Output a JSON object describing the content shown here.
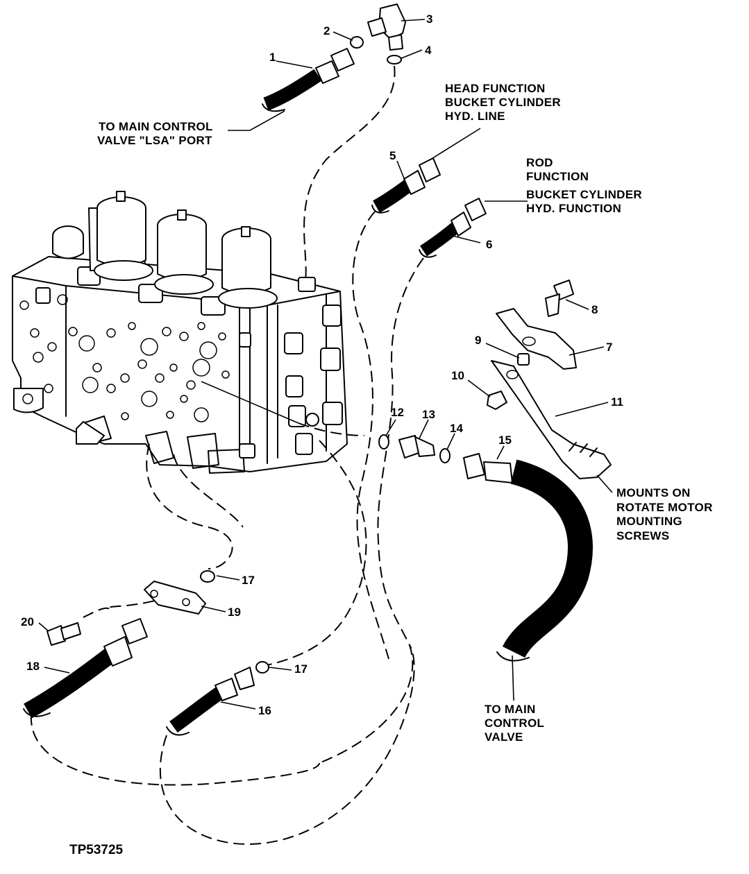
{
  "figure_id": "TP53725",
  "labels": {
    "lsa_port": [
      "TO MAIN CONTROL",
      "VALVE \"LSA\" PORT"
    ],
    "head_function": [
      "HEAD FUNCTION",
      "BUCKET CYLINDER",
      "HYD. LINE"
    ],
    "rod_function": [
      "ROD",
      "FUNCTION"
    ],
    "bucket_function": [
      "BUCKET CYLINDER",
      "HYD. FUNCTION"
    ],
    "mounts_on": [
      "MOUNTS ON",
      "ROTATE MOTOR",
      "MOUNTING",
      "SCREWS"
    ],
    "to_main_control": [
      "TO MAIN",
      "CONTROL",
      "VALVE"
    ]
  },
  "callouts": [
    "1",
    "2",
    "3",
    "4",
    "5",
    "6",
    "7",
    "8",
    "9",
    "10",
    "11",
    "12",
    "13",
    "14",
    "15",
    "16",
    "17",
    "17",
    "18",
    "19",
    "20"
  ]
}
